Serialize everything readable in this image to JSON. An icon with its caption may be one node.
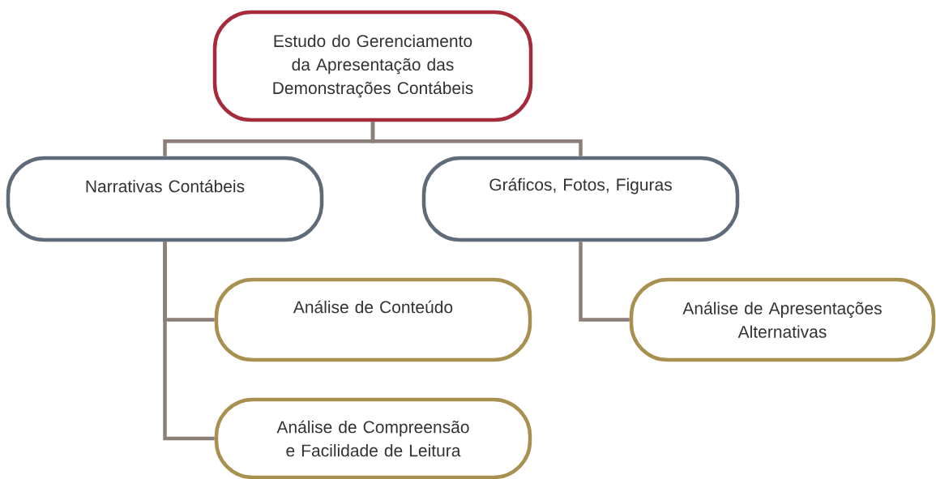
{
  "diagram": {
    "nodes": [
      {
        "text": [
          "Estudo do Gerenciamento da Apresentação das Demonstrações Contábeis"
        ]
      },
      {
        "text": [
          "Narrativas Contábeis"
        ]
      },
      {
        "text": [
          "Gráficos, Fotos, Figuras"
        ]
      },
      {
        "text": [
          "Análise de Conteúdo"
        ]
      },
      {
        "text": [
          "Análise de Compreensão e Facilidade de Leitura"
        ]
      },
      {
        "text": [
          "Análise de Apresentações Alternativas"
        ]
      }
    ],
    "edges": [
      {
        "from": 0,
        "to": 1,
        "arrow": "none"
      },
      {
        "from": 0,
        "to": 2,
        "arrow": "none"
      },
      {
        "from": 1,
        "to": 3,
        "arrow": "none"
      },
      {
        "from": 1,
        "to": 4,
        "arrow": "none"
      },
      {
        "from": 2,
        "to": 5,
        "arrow": "none"
      }
    ]
  }
}
